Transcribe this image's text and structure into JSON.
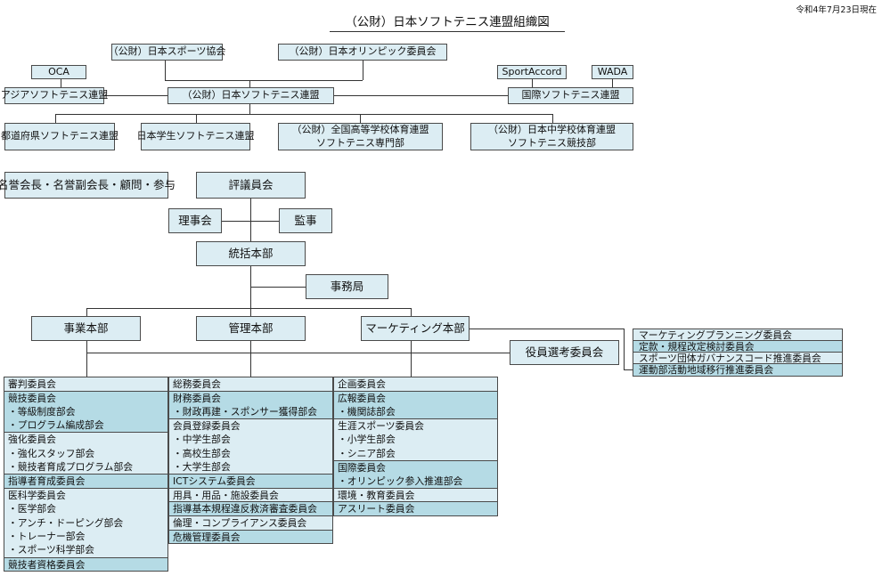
{
  "header": {
    "title": "（公財）日本ソフトテニス連盟組織図",
    "date": "令和4年7月23日現在"
  },
  "top": {
    "sports_assoc": "（公財）日本スポーツ協会",
    "olympic": "（公財）日本オリンピック委員会",
    "oca": "OCA",
    "sportaccord": "SportAccord",
    "wada": "WADA",
    "asia": "アジアソフトテニス連盟",
    "jsta": "（公財）日本ソフトテニス連盟",
    "intl": "国際ソフトテニス連盟",
    "pref": "都道府県ソフトテニス連盟",
    "student": "日本学生ソフトテニス連盟",
    "highschool": [
      "（公財）全国高等学校体育連盟",
      "ソフトテニス専門部"
    ],
    "juniorhigh": [
      "（公財）日本中学校体育連盟",
      "ソフトテニス競技部"
    ]
  },
  "org": {
    "honorary": "名誉会長・名誉副会長・顧問・参与",
    "council": "評議員会",
    "board": "理事会",
    "auditor": "監事",
    "hq": "統括本部",
    "secretariat": "事務局",
    "business": "事業本部",
    "management": "管理本部",
    "marketing": "マーケティング本部",
    "election": "役員選考委員会"
  },
  "marketing_committees": [
    "マーケティングプランニング委員会",
    "定款・規程改定検討委員会",
    "スポーツ団体ガバナンスコード推進委員会",
    "運動部活動地域移行推進委員会"
  ],
  "col1": [
    [
      "審判委員会"
    ],
    [
      "競技委員会",
      "・等級制度部会",
      "・プログラム編成部会"
    ],
    [
      "強化委員会",
      "・強化スタッフ部会",
      "・競技者育成プログラム部会"
    ],
    [
      "指導者育成委員会"
    ],
    [
      "医科学委員会",
      "・医学部会",
      "・アンチ・ドーピング部会",
      "・トレーナー部会",
      "・スポーツ科学部会"
    ],
    [
      "競技者資格委員会"
    ]
  ],
  "col2": [
    [
      "総務委員会"
    ],
    [
      "財務委員会",
      "・財政再建・スポンサー獲得部会"
    ],
    [
      "会員登録委員会",
      "・中学生部会",
      "・高校生部会",
      "・大学生部会"
    ],
    [
      "ICTシステム委員会"
    ],
    [
      "用具・用品・施設委員会"
    ],
    [
      "指導基本規程違反救済審査委員会"
    ],
    [
      "倫理・コンプライアンス委員会"
    ],
    [
      "危機管理委員会"
    ]
  ],
  "col3": [
    [
      "企画委員会"
    ],
    [
      "広報委員会",
      "・機関誌部会"
    ],
    [
      "生涯スポーツ委員会",
      "・小学生部会",
      "・シニア部会"
    ],
    [
      "国際委員会",
      "・オリンピック参入推進部会"
    ],
    [
      "環境・教育委員会"
    ],
    [
      "アスリート委員会"
    ]
  ],
  "colors": {
    "light": "#dcedf3",
    "dark": "#b5dbe5",
    "line": "#333333"
  }
}
